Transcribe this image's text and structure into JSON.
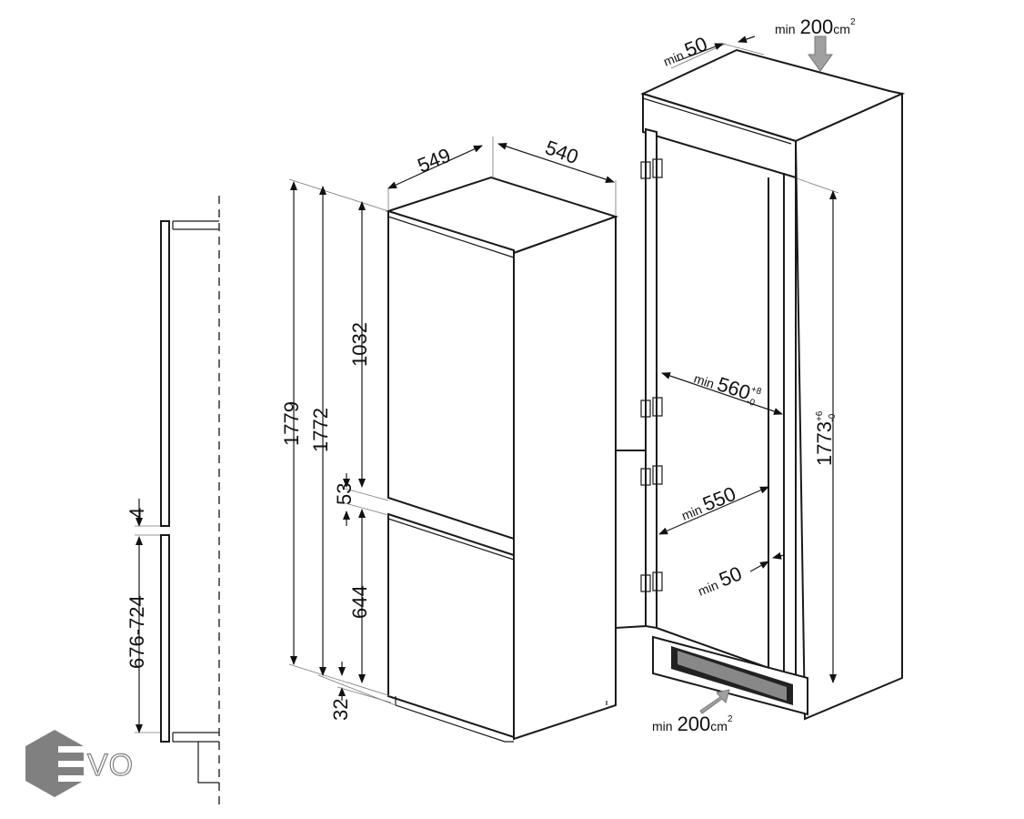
{
  "logo": {
    "text": "EVO",
    "color": "#808080"
  },
  "side_profile": {
    "gap": "4",
    "lower_height": "676-724"
  },
  "appliance": {
    "depth": "549",
    "width": "540",
    "total_height": "1779",
    "body_height": "1772",
    "upper_door": "1032",
    "door_gap": "53",
    "lower_door": "644",
    "bottom_offset": "32"
  },
  "niche": {
    "top_vent": {
      "min": "min",
      "value": "200",
      "unit": "cm",
      "exp": "2"
    },
    "bottom_vent": {
      "min": "min",
      "value": "200",
      "unit": "cm",
      "exp": "2"
    },
    "top_clearance": {
      "min": "min",
      "value": "50"
    },
    "width": {
      "min": "min",
      "value": "560",
      "tol_plus": "+8",
      "tol_minus": "-0"
    },
    "depth": {
      "min": "min",
      "value": "550"
    },
    "rear_gap": {
      "min": "min",
      "value": "50"
    },
    "height": {
      "value": "1773",
      "tol_plus": "+6",
      "tol_minus": "-0"
    }
  },
  "colors": {
    "line": "#1a1a1a",
    "arrow_fill": "#a0a0a0"
  }
}
